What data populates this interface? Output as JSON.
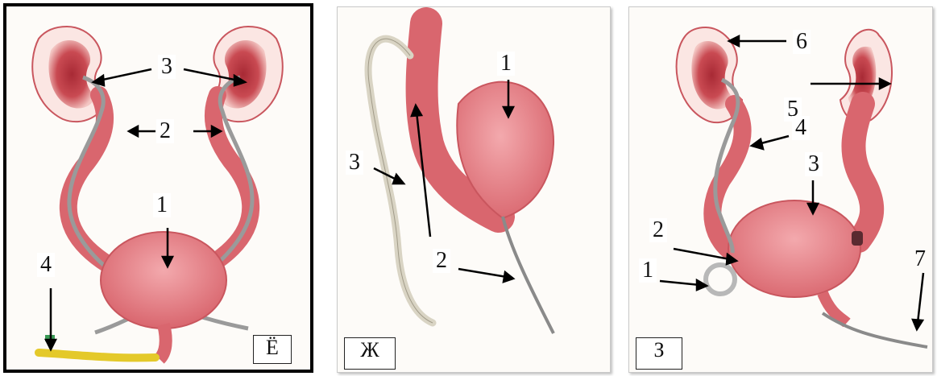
{
  "panels": [
    {
      "letter": "Ё",
      "labels": {
        "n1": "1",
        "n2": "2",
        "n3": "3",
        "n4": "4"
      }
    },
    {
      "letter": "Ж",
      "labels": {
        "n1": "1",
        "n2": "2",
        "n3": "3"
      }
    },
    {
      "letter": "З",
      "labels": {
        "n1": "1",
        "n2": "2",
        "n3": "3",
        "n4": "4",
        "n5": "5",
        "n6": "6",
        "n7": "7"
      }
    }
  ],
  "colors": {
    "tissue": "#e8848a",
    "tissue_dark": "#c9565e",
    "kidney_inner": "#b0323c",
    "vessel": "#6b4a8a",
    "stent": "#d9d9d9",
    "stent_dark": "#8a8a8a",
    "catheter": "#e4c92a",
    "cortex": "#f6d2cf"
  }
}
